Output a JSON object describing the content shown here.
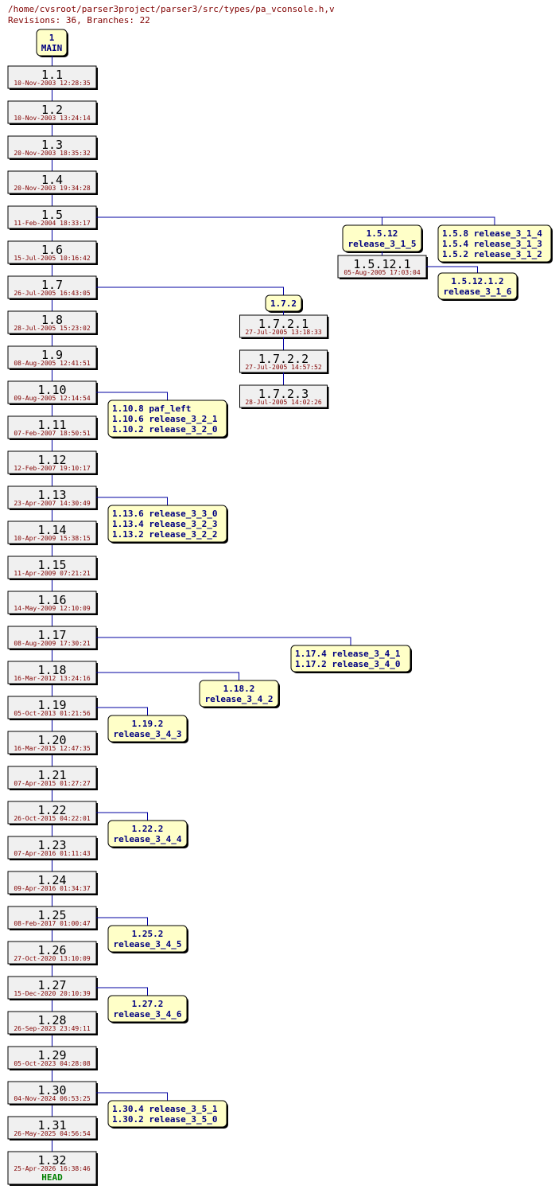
{
  "header": {
    "path": "/home/cvsroot/parser3project/parser3/src/types/pa_vconsole.h,v",
    "summary": "Revisions: 36, Branches: 22"
  },
  "colors": {
    "line": "#0000a0",
    "tag_text": "#000080",
    "date_text": "#800000",
    "head_text": "#008000",
    "rev_fill": "#f0f0f0",
    "tag_fill": "#ffffc8"
  },
  "root": {
    "number": "1",
    "name": "MAIN"
  },
  "trunk": [
    {
      "rev": "1.1",
      "date": "10-Nov-2003 12:28:35"
    },
    {
      "rev": "1.2",
      "date": "10-Nov-2003 13:24:14"
    },
    {
      "rev": "1.3",
      "date": "20-Nov-2003 18:35:32"
    },
    {
      "rev": "1.4",
      "date": "20-Nov-2003 19:34:28"
    },
    {
      "rev": "1.5",
      "date": "11-Feb-2004 18:33:17"
    },
    {
      "rev": "1.6",
      "date": "15-Jul-2005 10:16:42"
    },
    {
      "rev": "1.7",
      "date": "26-Jul-2005 16:43:05"
    },
    {
      "rev": "1.8",
      "date": "28-Jul-2005 15:23:02"
    },
    {
      "rev": "1.9",
      "date": "08-Aug-2005 12:41:51"
    },
    {
      "rev": "1.10",
      "date": "09-Aug-2005 12:14:54"
    },
    {
      "rev": "1.11",
      "date": "07-Feb-2007 18:50:51"
    },
    {
      "rev": "1.12",
      "date": "12-Feb-2007 19:10:17"
    },
    {
      "rev": "1.13",
      "date": "23-Apr-2007 14:30:49"
    },
    {
      "rev": "1.14",
      "date": "10-Apr-2009 15:38:15"
    },
    {
      "rev": "1.15",
      "date": "11-Apr-2009 07:21:21"
    },
    {
      "rev": "1.16",
      "date": "14-May-2009 12:10:09"
    },
    {
      "rev": "1.17",
      "date": "08-Aug-2009 17:30:21"
    },
    {
      "rev": "1.18",
      "date": "16-Mar-2012 13:24:16"
    },
    {
      "rev": "1.19",
      "date": "05-Oct-2013 01:21:56"
    },
    {
      "rev": "1.20",
      "date": "16-Mar-2015 12:47:35"
    },
    {
      "rev": "1.21",
      "date": "07-Apr-2015 01:27:27"
    },
    {
      "rev": "1.22",
      "date": "26-Oct-2015 04:22:01"
    },
    {
      "rev": "1.23",
      "date": "07-Apr-2016 01:11:43"
    },
    {
      "rev": "1.24",
      "date": "09-Apr-2016 01:34:37"
    },
    {
      "rev": "1.25",
      "date": "08-Feb-2017 01:00:47"
    },
    {
      "rev": "1.26",
      "date": "27-Oct-2020 13:10:09"
    },
    {
      "rev": "1.27",
      "date": "15-Dec-2020 20:10:39"
    },
    {
      "rev": "1.28",
      "date": "26-Sep-2023 23:49:11"
    },
    {
      "rev": "1.29",
      "date": "05-Oct-2023 04:28:08"
    },
    {
      "rev": "1.30",
      "date": "04-Nov-2024 06:53:25"
    },
    {
      "rev": "1.31",
      "date": "26-May-2025 04:56:54"
    },
    {
      "rev": "1.32",
      "date": "25-Apr-2026 16:38:46",
      "tag": "HEAD"
    }
  ],
  "branches": [
    {
      "from": "1.5",
      "lines": [
        "1.5.12",
        "release_3_1_5"
      ],
      "revs": [
        {
          "rev": "1.5.12.1",
          "date": "05-Aug-2005 17:03:04"
        }
      ],
      "sub": {
        "from": "1.5.12.1",
        "lines": [
          "1.5.12.1.2",
          "release_3_1_6"
        ]
      }
    },
    {
      "from": "1.5",
      "lines": [
        "1.5.8 release_3_1_4",
        "1.5.4 release_3_1_3",
        "1.5.2 release_3_1_2"
      ]
    },
    {
      "from": "1.7",
      "lines": [
        "1.7.2"
      ],
      "revs": [
        {
          "rev": "1.7.2.1",
          "date": "27-Jul-2005 13:18:33"
        },
        {
          "rev": "1.7.2.2",
          "date": "27-Jul-2005 14:57:52"
        },
        {
          "rev": "1.7.2.3",
          "date": "28-Jul-2005 14:02:26"
        }
      ]
    },
    {
      "from": "1.10",
      "lines": [
        "1.10.8 paf_left",
        "1.10.6 release_3_2_1",
        "1.10.2 release_3_2_0"
      ]
    },
    {
      "from": "1.13",
      "lines": [
        "1.13.6 release_3_3_0",
        "1.13.4 release_3_2_3",
        "1.13.2 release_3_2_2"
      ]
    },
    {
      "from": "1.17",
      "lines": [
        "1.17.4 release_3_4_1",
        "1.17.2 release_3_4_0"
      ]
    },
    {
      "from": "1.18",
      "lines": [
        "1.18.2",
        "release_3_4_2"
      ]
    },
    {
      "from": "1.19",
      "lines": [
        "1.19.2",
        "release_3_4_3"
      ]
    },
    {
      "from": "1.22",
      "lines": [
        "1.22.2",
        "release_3_4_4"
      ]
    },
    {
      "from": "1.25",
      "lines": [
        "1.25.2",
        "release_3_4_5"
      ]
    },
    {
      "from": "1.27",
      "lines": [
        "1.27.2",
        "release_3_4_6"
      ]
    },
    {
      "from": "1.30",
      "lines": [
        "1.30.4 release_3_5_1",
        "1.30.2 release_3_5_0"
      ]
    }
  ]
}
